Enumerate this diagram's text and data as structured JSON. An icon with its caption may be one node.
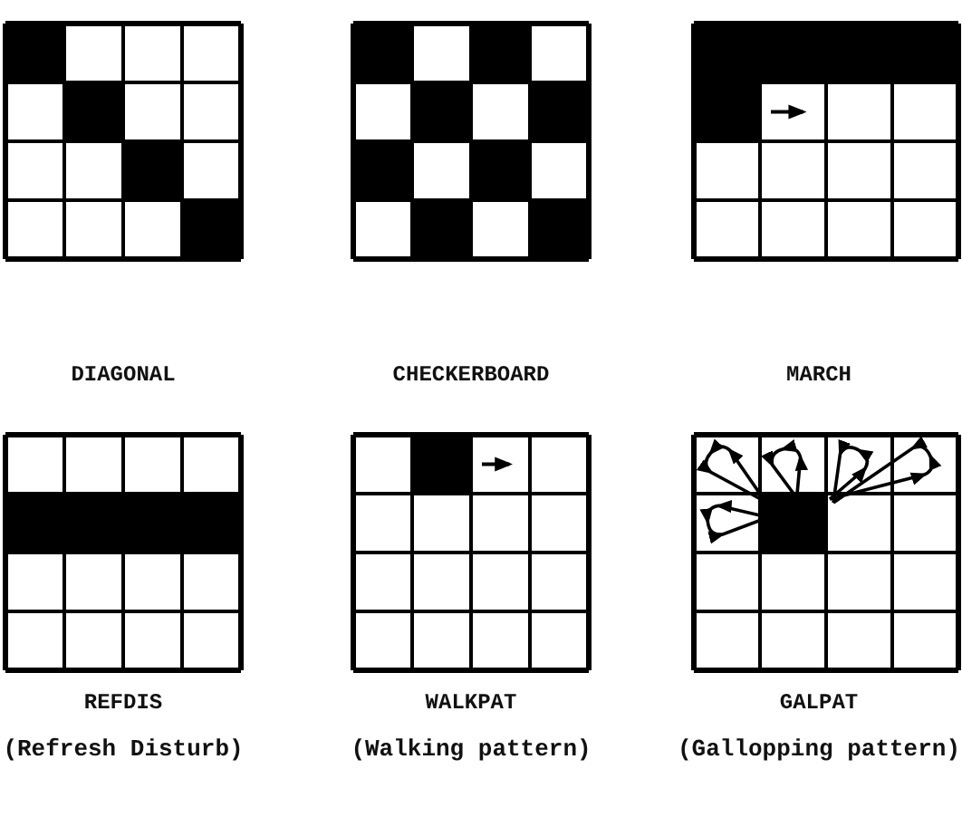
{
  "diagram": {
    "labels": [
      "DIAGONAL",
      "CHECKERBOARD",
      "MARCH",
      "REFDIS",
      "WALKPAT",
      "GALPAT",
      "(Refresh Disturb)",
      "(Walking pattern)",
      "(Gallopping pattern)"
    ]
  }
}
